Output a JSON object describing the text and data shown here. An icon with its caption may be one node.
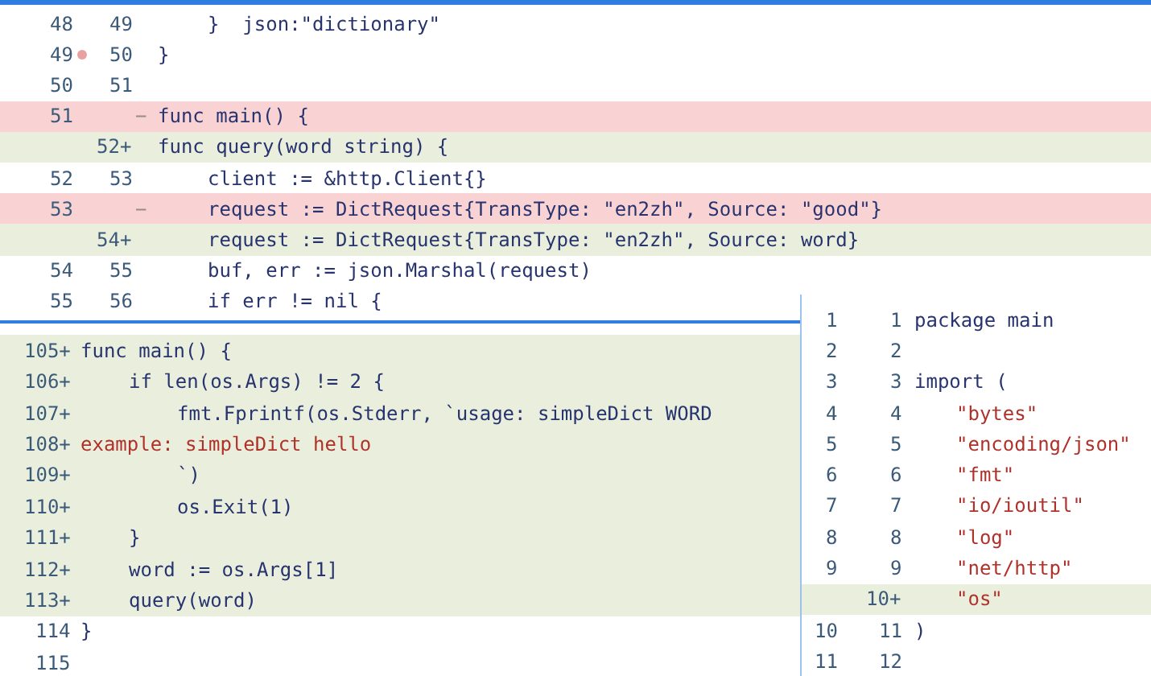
{
  "diagram": {
    "labels": [
      "48",
      "49",
      "}  json:\"dictionary\"",
      "49",
      "50",
      "}",
      "50",
      "51",
      "51",
      "−",
      "func main() {",
      "52+",
      "func query(word string) {",
      "52",
      "53",
      "client := &http.Client{}",
      "53",
      "−",
      "request := DictRequest{TransType: \"en2zh\", Source: \"good\"}",
      "54+",
      "request := DictRequest{TransType: \"en2zh\", Source: word}",
      "54",
      "55",
      "buf, err := json.Marshal(request)",
      "55",
      "56",
      "if err != nil {",
      "105+",
      "func main() {",
      "106+",
      "if len(os.Args) != 2 {",
      "107+",
      "fmt.Fprintf(os.Stderr, `usage: simpleDict WORD",
      "108+",
      "example: simpleDict hello",
      "109+",
      "`)",
      "110+",
      "os.Exit(1)",
      "111+",
      "}",
      "112+",
      "word := os.Args[1]",
      "113+",
      "query(word)",
      "114",
      "}",
      "115",
      "1",
      "1",
      "package main",
      "2",
      "2",
      "3",
      "3",
      "import (",
      "4",
      "4",
      "\"bytes\"",
      "5",
      "5",
      "\"encoding/json\"",
      "6",
      "6",
      "\"fmt\"",
      "7",
      "7",
      "\"io/ioutil\"",
      "8",
      "8",
      "\"log\"",
      "9",
      "9",
      "\"net/http\"",
      "10+",
      "\"os\"",
      "10",
      "11",
      ")",
      "11",
      "12"
    ]
  }
}
